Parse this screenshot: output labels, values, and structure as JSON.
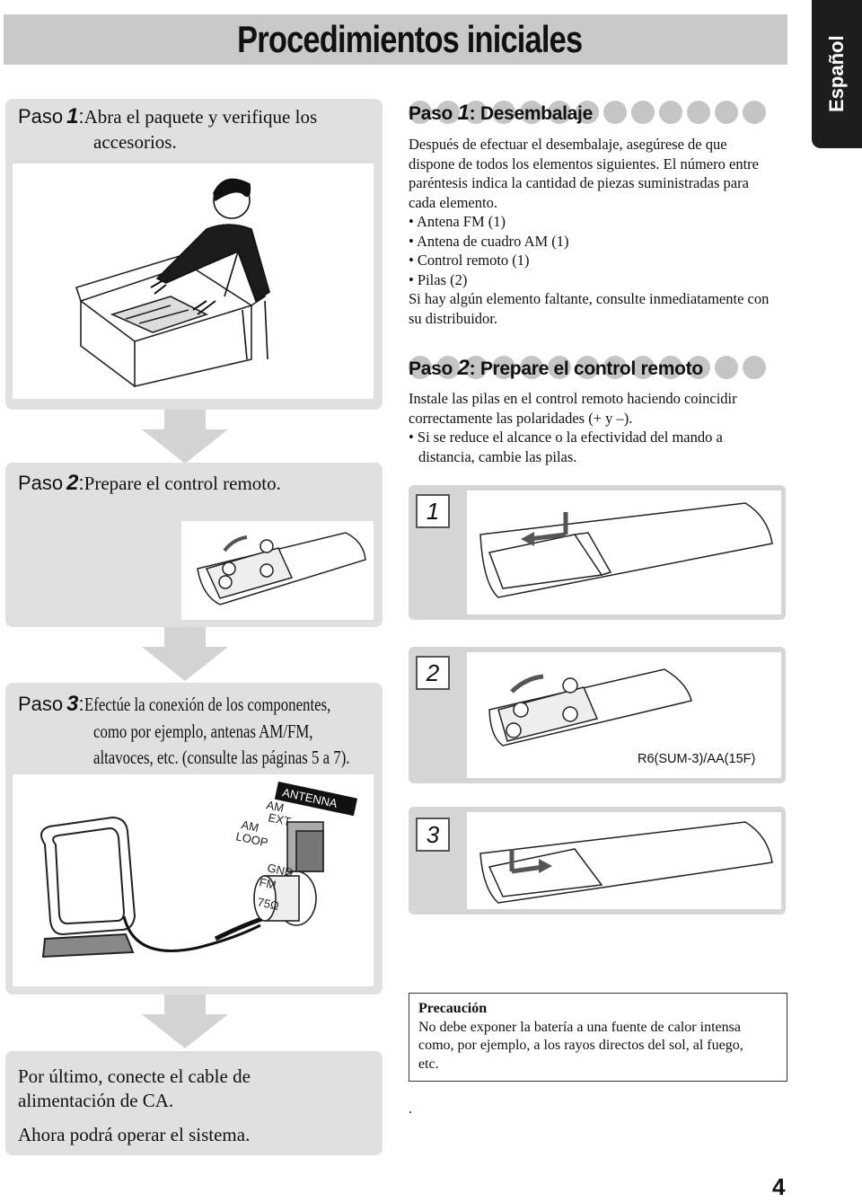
{
  "header": {
    "title": "Procedimientos iniciales",
    "language_tab": "Español"
  },
  "left": {
    "step1": {
      "label": "Paso",
      "num": "1",
      "sep": ":",
      "text_line1": "Abra el paquete y verifique los",
      "text_line2": "accesorios."
    },
    "step2": {
      "label": "Paso",
      "num": "2",
      "sep": ":",
      "text": "Prepare el control remoto."
    },
    "step3": {
      "label": "Paso",
      "num": "3",
      "sep": ":",
      "line1": "Efectúe la conexión de los componentes,",
      "line2": "como por ejemplo, antenas AM/FM,",
      "line3": "altavoces, etc. (consulte las páginas 5 a 7)."
    },
    "antenna_labels": {
      "antenna": "ANTENNA",
      "am_ext": [
        "AM",
        "EXT"
      ],
      "am_loop": [
        "AM",
        "LOOP"
      ],
      "gnd": "GND",
      "fm": "FM",
      "ohm": "75Ω"
    },
    "final": {
      "line1": "Por último, conecte el cable de",
      "line2": "alimentación de CA.",
      "line3": "Ahora podrá operar el sistema."
    }
  },
  "right": {
    "sec1": {
      "label": "Paso",
      "num": "1",
      "title": ": Desembalaje",
      "p1": [
        "Después de efectuar el desembalaje, asegúrese de que",
        "dispone de todos los elementos siguientes. El número entre",
        "paréntesis indica la cantidad de piezas suministradas para",
        "cada elemento."
      ],
      "items": [
        "• Antena FM (1)",
        "• Antena de cuadro AM (1)",
        "• Control remoto (1)",
        "• Pilas (2)"
      ],
      "p2": [
        "Si hay algún elemento faltante, consulte inmediatamente con",
        "su distribuidor."
      ]
    },
    "sec2": {
      "label": "Paso",
      "num": "2",
      "title": ": Prepare el control remoto",
      "p1": [
        "Instale las pilas en el control remoto haciendo coincidir",
        "correctamente las polaridades (+ y –)."
      ],
      "bullet": [
        "• Si se reduce el alcance o la efectividad del mando a",
        "distancia, cambie las pilas."
      ]
    },
    "panels": {
      "n1": "1",
      "n2": "2",
      "n3": "3",
      "battery_label": "R6(SUM-3)/AA(15F)"
    },
    "caution": {
      "title": "Precaución",
      "lines": [
        "No debe exponer la batería a una fuente de calor intensa",
        "como, por ejemplo, a los rayos directos del sol, al fuego,",
        "etc."
      ]
    },
    "stray_dot": "."
  },
  "page_number": "4"
}
